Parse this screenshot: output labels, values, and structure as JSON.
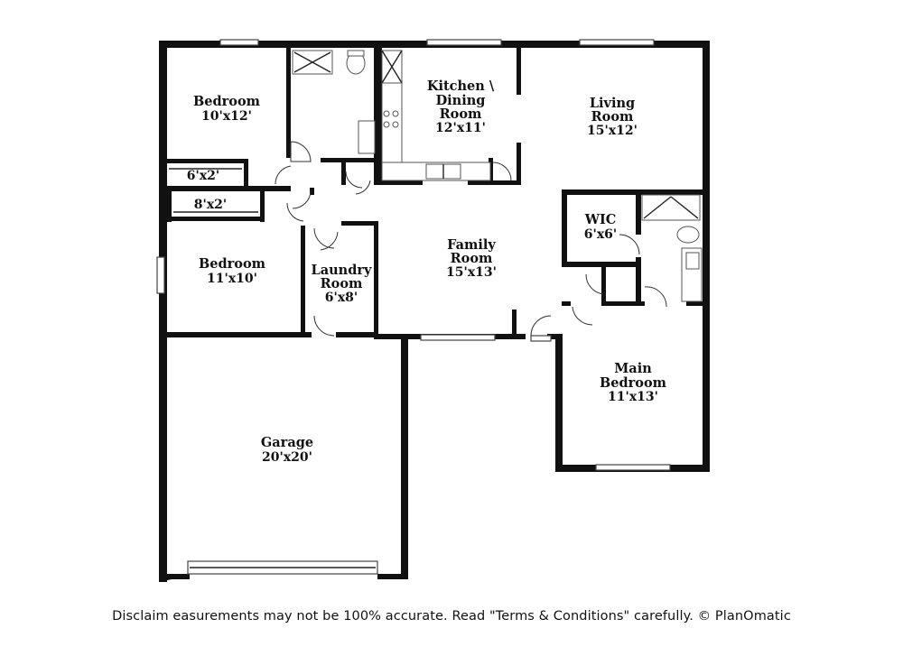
{
  "rooms": {
    "bedroom_upper": {
      "name": "Bedroom",
      "size": "10'x12'"
    },
    "closet_upper": {
      "size": "6'x2'"
    },
    "closet_lower": {
      "size": "8'x2'"
    },
    "bedroom_lower": {
      "name": "Bedroom",
      "size": "11'x10'"
    },
    "laundry": {
      "name_line1": "Laundry",
      "name_line2": "Room",
      "size": "6'x8'"
    },
    "kitchen": {
      "name_line1": "Kitchen \\",
      "name_line2": "Dining",
      "name_line3": "Room",
      "size": "12'x11'"
    },
    "living": {
      "name_line1": "Living",
      "name_line2": "Room",
      "size": "15'x12'"
    },
    "family": {
      "name_line1": "Family",
      "name_line2": "Room",
      "size": "15'x13'"
    },
    "wic": {
      "name": "WIC",
      "size": "6'x6'"
    },
    "main_bedroom": {
      "name_line1": "Main",
      "name_line2": "Bedroom",
      "size": "11'x13'"
    },
    "garage": {
      "name": "Garage",
      "size": "20'x20'"
    }
  },
  "disclaimer": "Disclaim      easurements may not be 100% accurate. Read \"Terms & Conditions\" carefully. © PlanOmatic"
}
